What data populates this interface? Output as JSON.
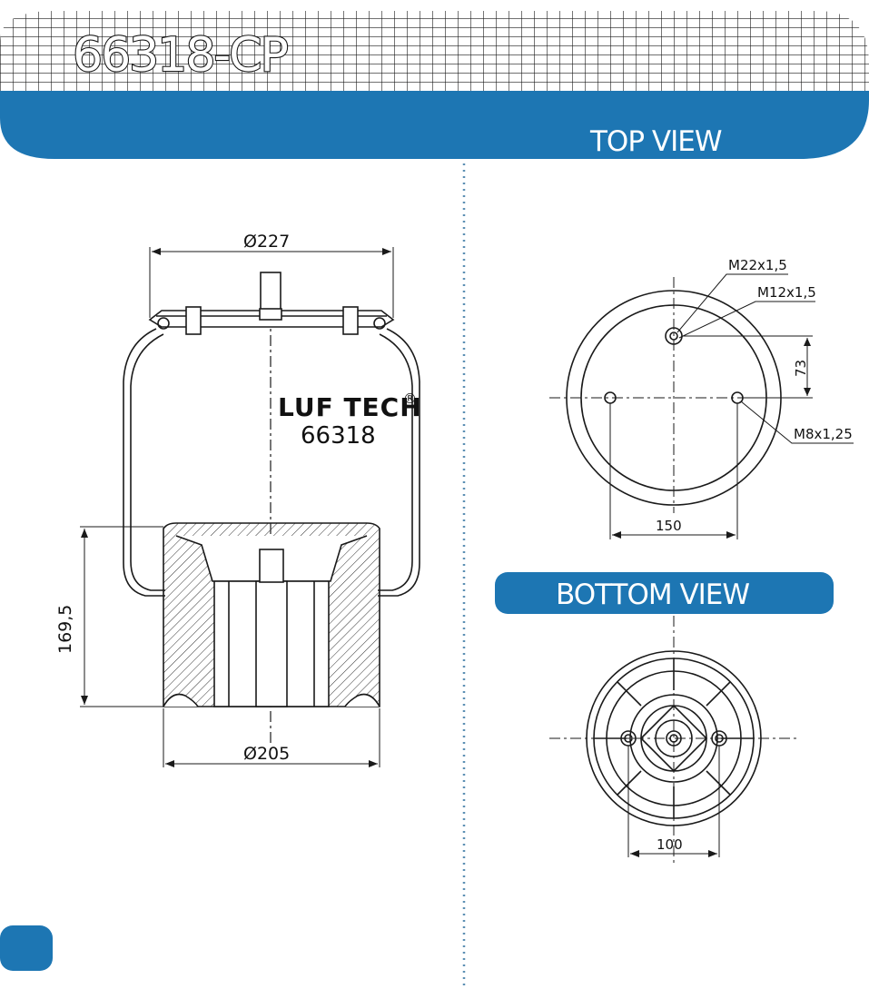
{
  "header": {
    "part_code": "66318-CP",
    "top_view_label": "TOP VIEW"
  },
  "bottom_view_label": "BOTTOM VIEW",
  "side_view": {
    "brand": "LUF TECH",
    "brand_mark": "®",
    "part_number": "66318",
    "dim_top_diameter": "Ø227",
    "dim_height": "169,5",
    "dim_bottom_diameter": "Ø205"
  },
  "top_view": {
    "thread_main": "M22x1,5",
    "thread_secondary": "M12x1,5",
    "thread_bolts": "M8x1,25",
    "dim_offset": "73",
    "dim_bolt_spacing": "150"
  },
  "bottom_view": {
    "dim_bolt_spacing": "100"
  },
  "colors": {
    "brand_blue": "#1d76b3",
    "line": "#1a1a1a",
    "divider": "#5c8fb3"
  }
}
